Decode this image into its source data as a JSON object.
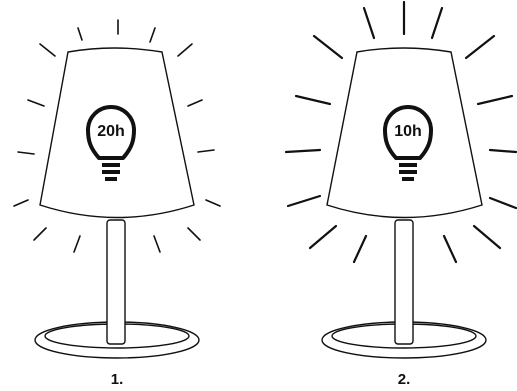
{
  "lamps": [
    {
      "label": "1.",
      "bulb_text": "20h",
      "ray_style": "short-thin"
    },
    {
      "label": "2.",
      "bulb_text": "10h",
      "ray_style": "long-thick"
    }
  ],
  "colors": {
    "line": "#111111",
    "fill": "#ffffff"
  },
  "icons": [
    "lightbulb-icon",
    "light-ray"
  ]
}
